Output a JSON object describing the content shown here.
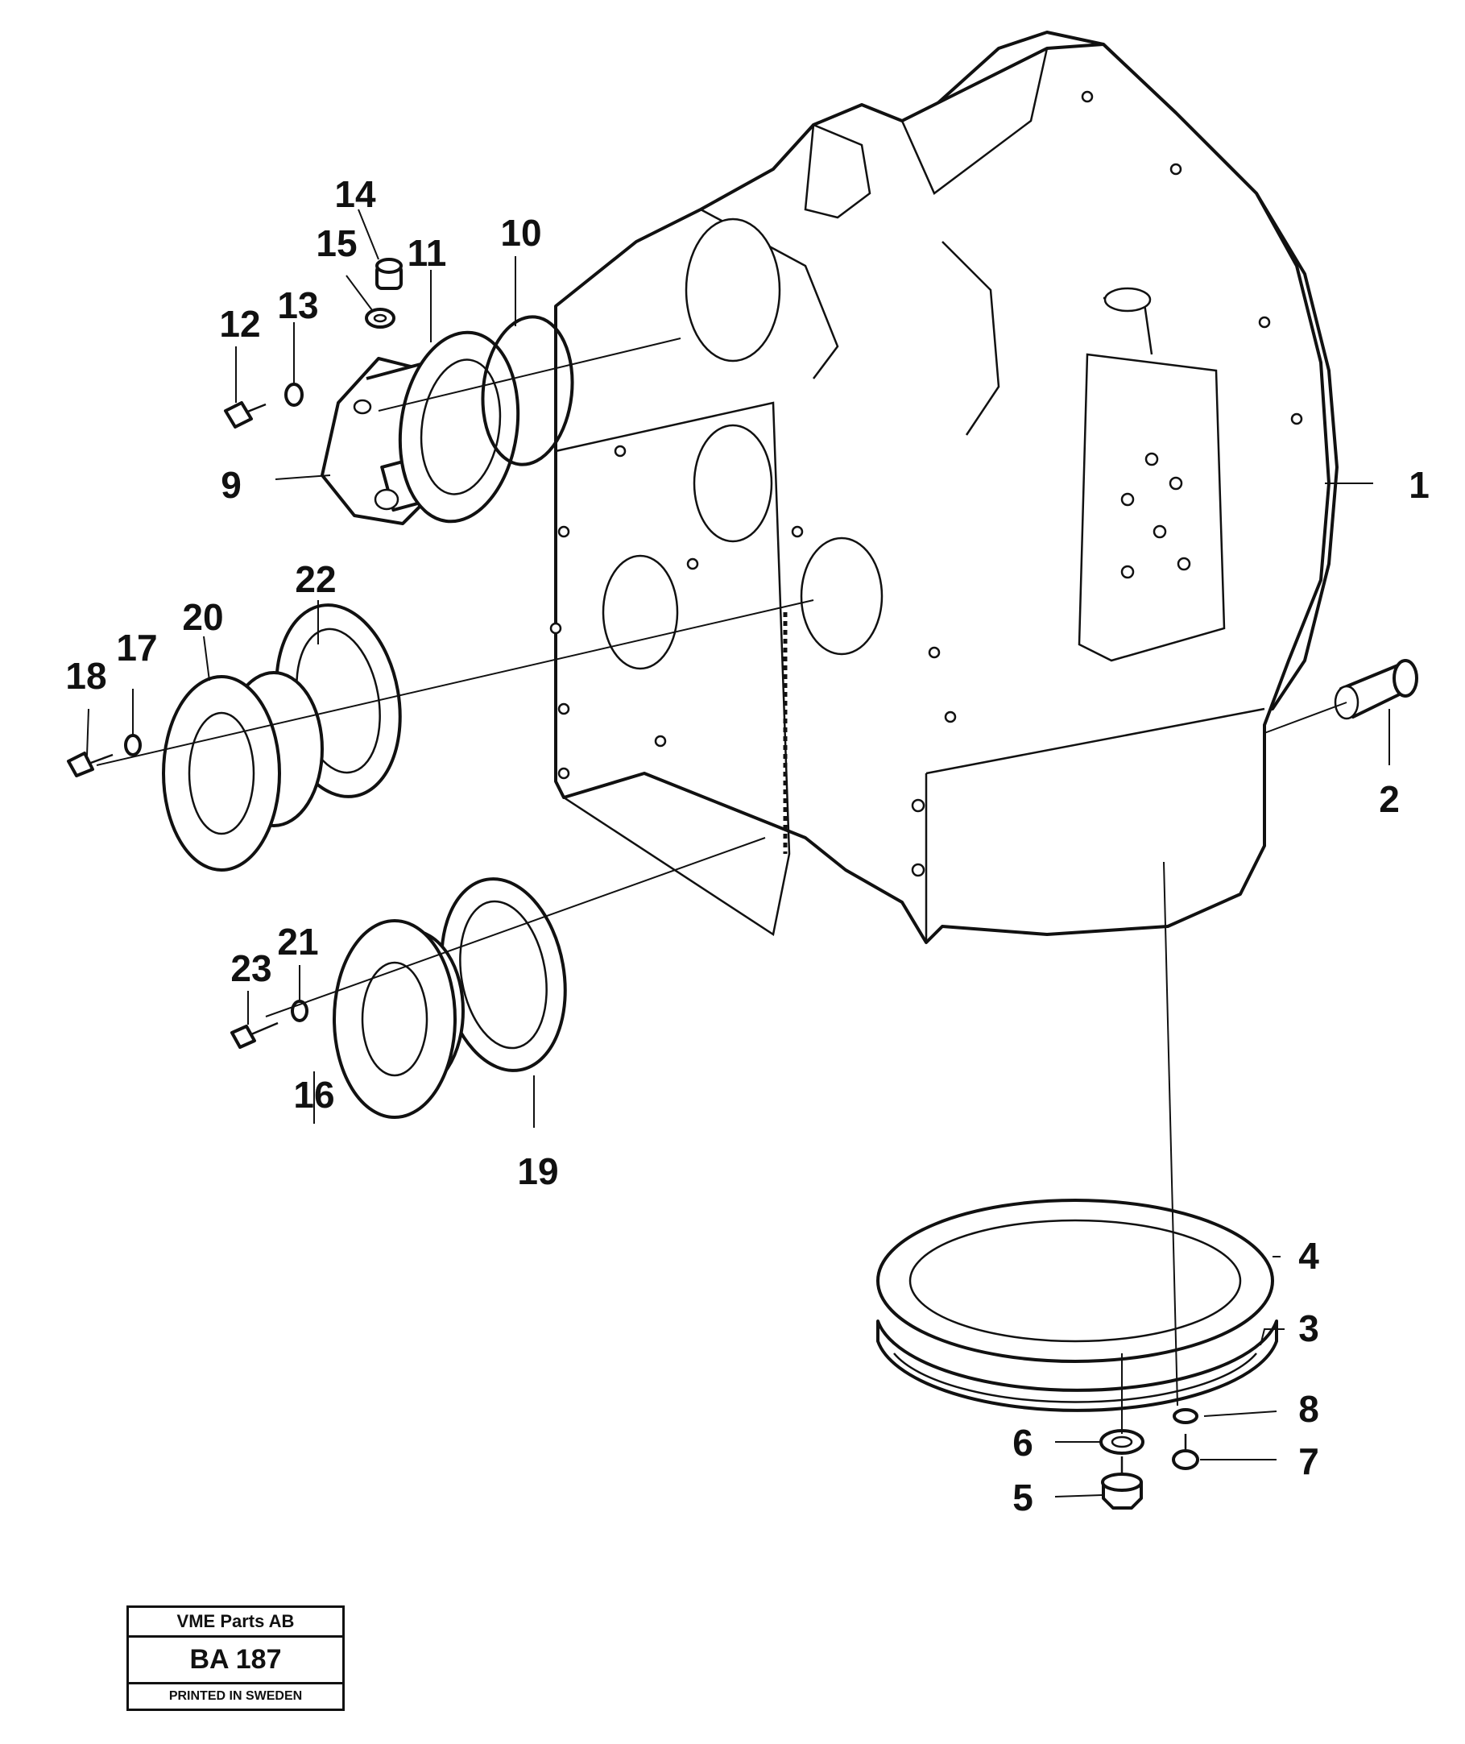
{
  "diagram": {
    "callouts": {
      "c1": "1",
      "c2": "2",
      "c3": "3",
      "c4": "4",
      "c5": "5",
      "c6": "6",
      "c7": "7",
      "c8": "8",
      "c9": "9",
      "c10": "10",
      "c11": "11",
      "c12": "12",
      "c13": "13",
      "c14": "14",
      "c15": "15",
      "c16": "16",
      "c17": "17",
      "c18": "18",
      "c19": "19",
      "c20": "20",
      "c21": "21",
      "c22": "22",
      "c23": "23"
    }
  },
  "title_block": {
    "company": "VME Parts AB",
    "drawing_number": "BA 187",
    "printed": "PRINTED IN SWEDEN"
  }
}
